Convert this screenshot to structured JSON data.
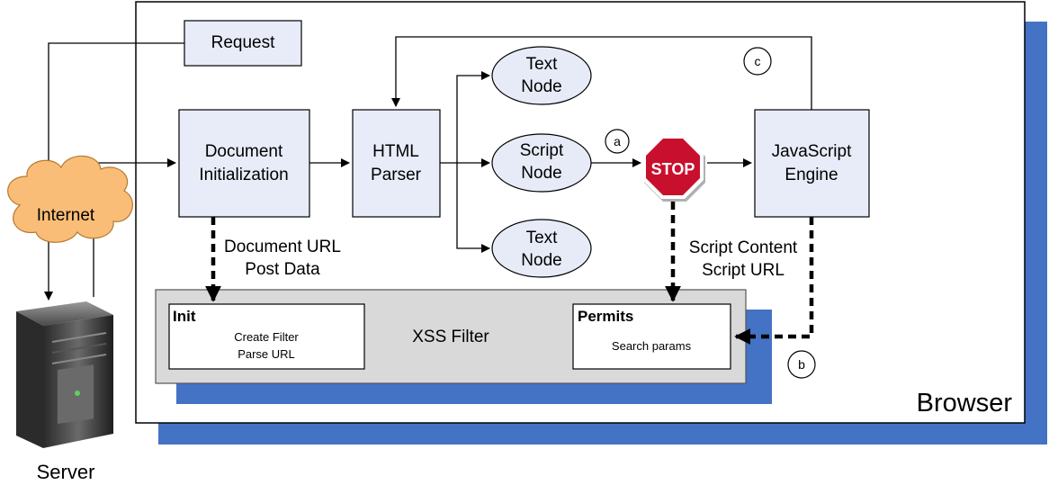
{
  "browser": {
    "label": "Browser"
  },
  "server": {
    "label": "Server"
  },
  "internet": {
    "label": "Internet"
  },
  "request": {
    "label": "Request"
  },
  "document_init": {
    "line1": "Document",
    "line2": "Initialization"
  },
  "html_parser": {
    "line1": "HTML",
    "line2": "Parser"
  },
  "text_node_top": {
    "line1": "Text",
    "line2": "Node"
  },
  "script_node": {
    "line1": "Script",
    "line2": "Node"
  },
  "text_node_bottom": {
    "line1": "Text",
    "line2": "Node"
  },
  "stop_sign": {
    "label": "STOP"
  },
  "js_engine": {
    "line1": "JavaScript",
    "line2": "Engine"
  },
  "doc_url_note": {
    "line1": "Document URL",
    "line2": "Post Data"
  },
  "script_content_note": {
    "line1": "Script Content",
    "line2": "Script URL"
  },
  "xss_filter": {
    "label": "XSS Filter",
    "init": {
      "title": "Init",
      "line1": "Create Filter",
      "line2": "Parse URL"
    },
    "permits": {
      "title": "Permits",
      "line1": "Search params"
    }
  },
  "markers": {
    "a": "a",
    "b": "b",
    "c": "c"
  },
  "colors": {
    "box_fill": "#e8ecf8",
    "ellipse_fill": "#e6ebf7",
    "shadow": "#4472c4",
    "filter_fill": "#d9d9d9",
    "cloud_fill": "#f9bd77",
    "stop_red": "#c8102e"
  }
}
